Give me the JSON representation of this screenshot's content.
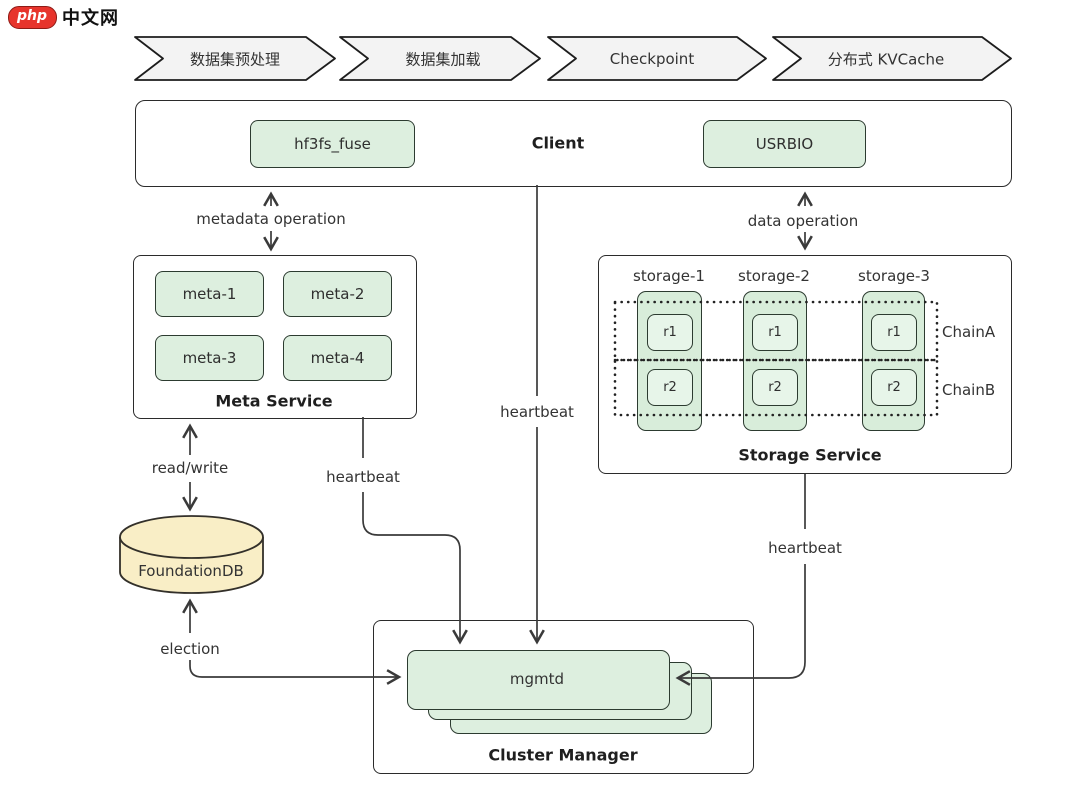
{
  "logo": {
    "brand": "php",
    "name": "中文网"
  },
  "pipeline": {
    "steps": [
      "数据集预处理",
      "数据集加载",
      "Checkpoint",
      "分布式 KVCache"
    ]
  },
  "client": {
    "title": "Client",
    "fuse": "hf3fs_fuse",
    "usrbio": "USRBIO"
  },
  "labels": {
    "metadata_operation": "metadata operation",
    "data_operation": "data operation",
    "heartbeat": "heartbeat",
    "read_write": "read/write",
    "election": "election"
  },
  "meta_service": {
    "title": "Meta Service",
    "nodes": [
      "meta-1",
      "meta-2",
      "meta-3",
      "meta-4"
    ]
  },
  "storage_service": {
    "title": "Storage Service",
    "nodes": [
      {
        "name": "storage-1",
        "replicas": [
          "r1",
          "r2"
        ]
      },
      {
        "name": "storage-2",
        "replicas": [
          "r1",
          "r2"
        ]
      },
      {
        "name": "storage-3",
        "replicas": [
          "r1",
          "r2"
        ]
      }
    ],
    "chains": [
      "ChainA",
      "ChainB"
    ]
  },
  "foundation_db": {
    "label": "FoundationDB"
  },
  "cluster_manager": {
    "title": "Cluster Manager",
    "node": "mgmtd"
  },
  "colors": {
    "green_fill": "#ddefdf",
    "green_border": "#2c3b30",
    "yellow_fill": "#f9eec6",
    "chevron_fill": "#f3f3f3",
    "line": "#3a3a3a",
    "logo_red": "#e7342c"
  }
}
